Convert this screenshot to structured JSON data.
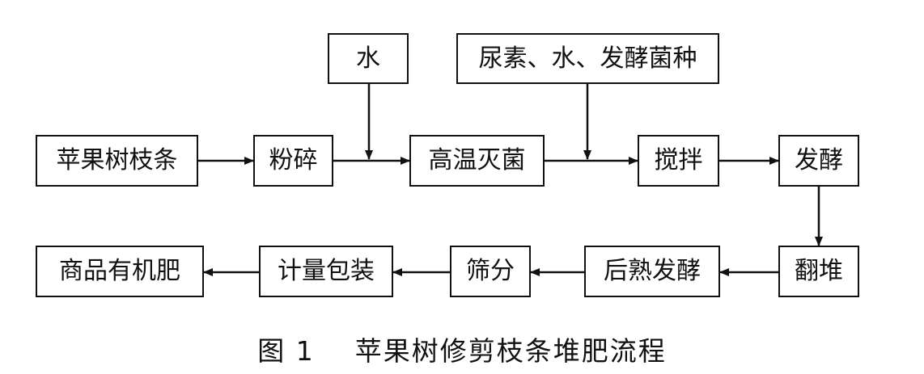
{
  "diagram": {
    "nodes": {
      "water_input": "水",
      "additives_input": "尿素、水、发酵菌种",
      "apple_branches": "苹果树枝条",
      "crushing": "粉碎",
      "high_temp_sterilization": "高温灭菌",
      "stirring": "搅拌",
      "fermentation": "发酵",
      "turning": "翻堆",
      "post_ripening_fermentation": "后熟发酵",
      "screening": "筛分",
      "weighing_packaging": "计量包装",
      "commercial_organic_fertilizer": "商品有机肥"
    },
    "edges": [
      [
        "apple_branches",
        "crushing"
      ],
      [
        "crushing",
        "high_temp_sterilization"
      ],
      [
        "water_input",
        "crushing->high_temp_sterilization"
      ],
      [
        "high_temp_sterilization",
        "stirring"
      ],
      [
        "additives_input",
        "high_temp_sterilization->stirring"
      ],
      [
        "stirring",
        "fermentation"
      ],
      [
        "fermentation",
        "turning"
      ],
      [
        "turning",
        "post_ripening_fermentation"
      ],
      [
        "post_ripening_fermentation",
        "screening"
      ],
      [
        "screening",
        "weighing_packaging"
      ],
      [
        "weighing_packaging",
        "commercial_organic_fertilizer"
      ]
    ]
  },
  "caption": "图 1    苹果树修剪枝条堆肥流程"
}
